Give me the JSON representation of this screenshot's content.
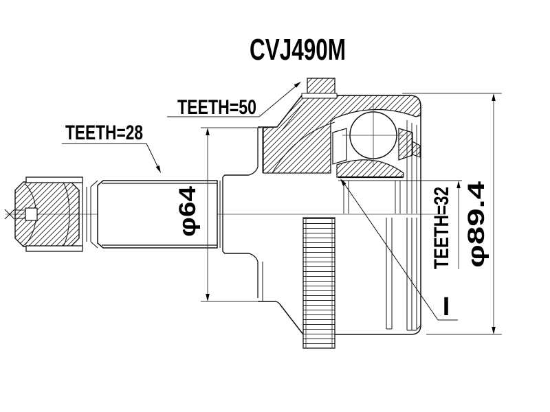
{
  "drawing": {
    "title": "CVJ490M",
    "part_labels": {
      "abs_ring_teeth": "TEETH=50",
      "shaft_spline_teeth": "TEETH=28",
      "inner_race_teeth": "TEETH=32",
      "boot_groove_diameter": "φ64",
      "housing_diameter": "φ89.4",
      "inner_race_mark": "I"
    },
    "colors": {
      "line": "#000000",
      "background": "#ffffff"
    }
  }
}
